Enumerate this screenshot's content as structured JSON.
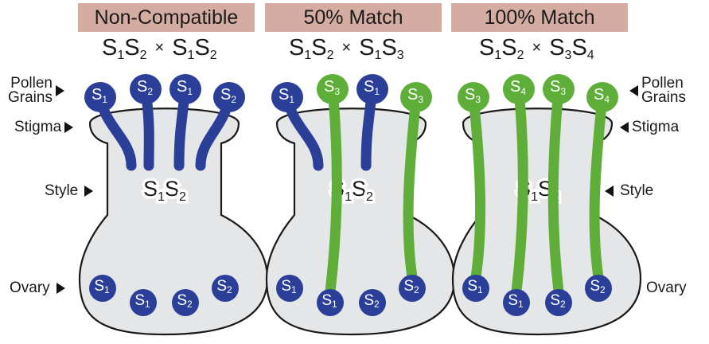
{
  "headers": [
    "Non-Compatible",
    "50% Match",
    "100% Match"
  ],
  "crosses": [
    {
      "a1": "1",
      "a2": "2",
      "b1": "1",
      "b2": "2"
    },
    {
      "a1": "1",
      "a2": "2",
      "b1": "1",
      "b2": "3"
    },
    {
      "a1": "1",
      "a2": "2",
      "b1": "3",
      "b2": "4"
    }
  ],
  "cross_symbol": "×",
  "style_genotype": "S1S2",
  "panels": [
    {
      "pollen": [
        "1",
        "2",
        "1",
        "2"
      ],
      "pollen_colors": [
        "blue",
        "blue",
        "blue",
        "blue"
      ],
      "tube_reaches_ovary": [
        false,
        false,
        false,
        false
      ],
      "ovules": [
        "1",
        "1",
        "2",
        "2"
      ]
    },
    {
      "pollen": [
        "1",
        "3",
        "1",
        "3"
      ],
      "pollen_colors": [
        "blue",
        "green",
        "blue",
        "green"
      ],
      "tube_reaches_ovary": [
        false,
        true,
        false,
        true
      ],
      "ovules": [
        "1",
        "1",
        "2",
        "2"
      ]
    },
    {
      "pollen": [
        "3",
        "4",
        "3",
        "4"
      ],
      "pollen_colors": [
        "green",
        "green",
        "green",
        "green"
      ],
      "tube_reaches_ovary": [
        true,
        true,
        true,
        true
      ],
      "ovules": [
        "1",
        "1",
        "2",
        "2"
      ]
    }
  ],
  "labels": {
    "pollen_line1": "Pollen",
    "pollen_line2": "Grains",
    "stigma": "Stigma",
    "style": "Style",
    "ovary": "Ovary"
  },
  "colors": {
    "blue": "#2b3f99",
    "green": "#5fae3a",
    "pistil_fill": "#e5e6e8",
    "outline": "#1a1a1a",
    "header_bg": "#d5aca1"
  }
}
